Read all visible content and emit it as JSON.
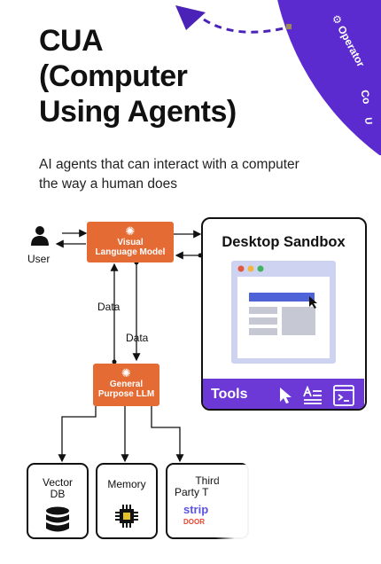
{
  "header": {
    "title_lines": [
      "CUA",
      "(Computer",
      "Using Agents)"
    ],
    "subtitle_lines": [
      "AI agents that can interact with a computer",
      "the way a human does"
    ]
  },
  "arc": {
    "labels": [
      "Operator",
      "Co"
    ],
    "second_label_extra": "U",
    "color": "#5b2bd0"
  },
  "diagram": {
    "user_label": "User",
    "vlm": {
      "line1": "Visual",
      "line2": "Language Model"
    },
    "llm": {
      "line1": "General",
      "line2": "Purpose LLM"
    },
    "edge_labels": {
      "data_up": "Data",
      "data_down": "Data"
    },
    "sandbox": {
      "title": "Desktop Sandbox",
      "tools_label": "Tools"
    },
    "bottom": [
      {
        "line1": "Vector",
        "line2": "DB",
        "icon": "database-icon"
      },
      {
        "line1": "Memory",
        "line2": "",
        "icon": "chip-icon"
      },
      {
        "line1": "Third",
        "line2": "Party T",
        "icon": "third-party-logos",
        "logo1": "strip",
        "logo2": "DOOR"
      }
    ],
    "colors": {
      "orange": "#e56b34",
      "purple": "#6d39d6",
      "window": "#cdd3f0",
      "window_bar": "#4f63d8"
    }
  }
}
